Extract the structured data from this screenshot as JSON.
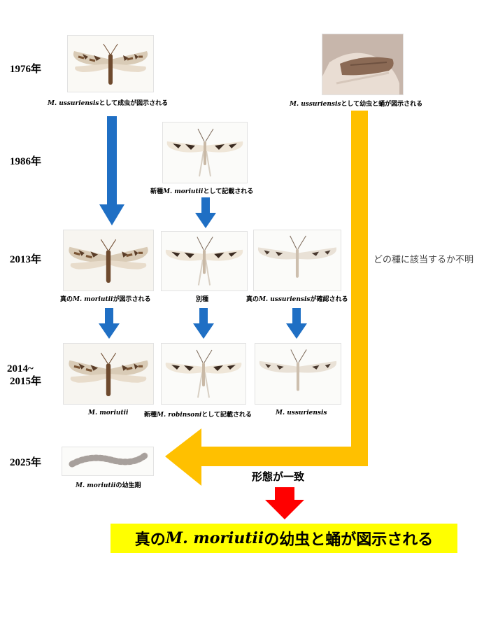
{
  "years": [
    "1976年",
    "1986年",
    "2013年",
    "2014~",
    "2015年",
    "2025年"
  ],
  "captions": {
    "c1976_left": {
      "italic": "M. ussuriensis",
      "text": "として成虫が図示される"
    },
    "c1976_right": {
      "italic": "M. ussuriensis",
      "text": "として幼虫と蛹が図示される"
    },
    "c1986": {
      "pre": "新種",
      "italic": "M. moriutii",
      "text": "として記載される"
    },
    "c2013_a": {
      "pre": "真の",
      "italic": "M. moriutii",
      "text": "が図示される"
    },
    "c2013_b": {
      "text": "別種"
    },
    "c2013_c": {
      "pre": "真の",
      "italic": "M. ussuriensis",
      "text": "が確認される"
    },
    "c2014_a": {
      "italic": "M. moriutii"
    },
    "c2014_b": {
      "pre": "新種",
      "italic": "M. robinsoni",
      "text": "として記載される"
    },
    "c2014_c": {
      "italic": "M. ussuriensis"
    },
    "c2025": {
      "italic": "M. moriutii",
      "text": "の幼生期"
    }
  },
  "side_note": "どの種に該当するか不明",
  "match_label": "形態が一致",
  "banner": {
    "pre": "真の",
    "italic": "M. moriutii",
    "text": "の幼虫と蛹が図示される"
  },
  "colors": {
    "blue_arrow": "#1f6fc4",
    "yellow_arrow": "#ffc000",
    "red_arrow": "#ff0000",
    "banner_bg": "#ffff00"
  },
  "photos": [
    "moth-photo",
    "larva-pupa-photo",
    "moth-photo",
    "moth-photo",
    "moth-photo",
    "moth-photo",
    "moth-photo",
    "moth-photo",
    "moth-photo",
    "larva-photo"
  ]
}
